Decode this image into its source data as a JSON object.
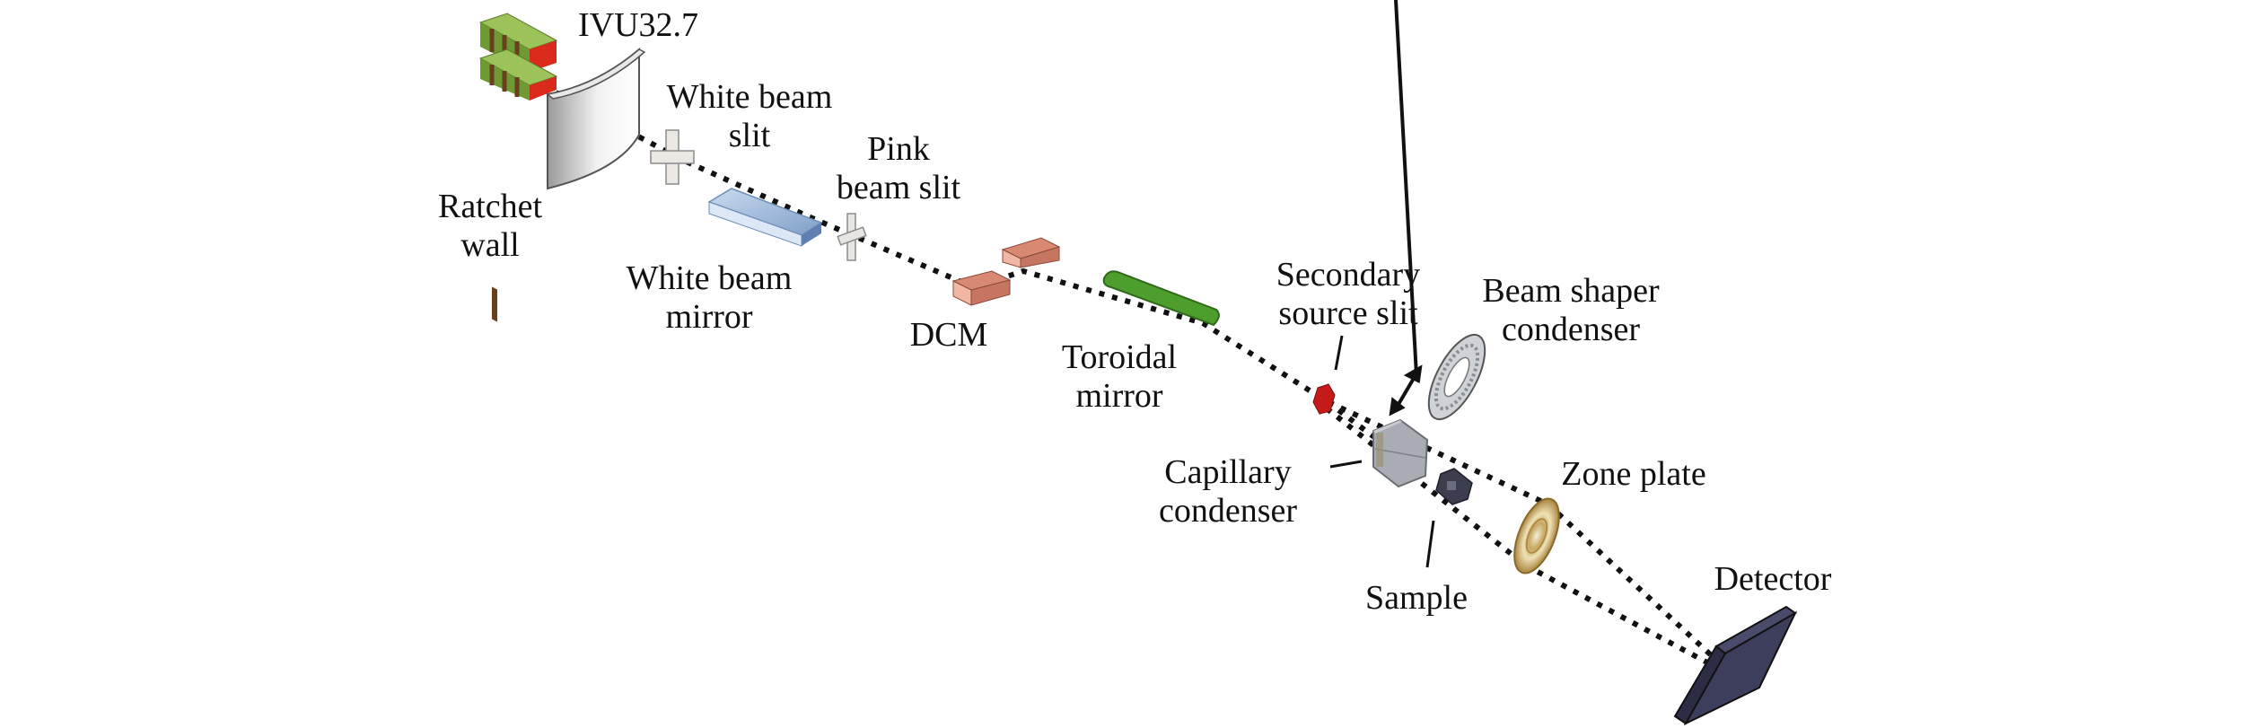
{
  "figure": {
    "description": "Schematic layout of a transmission X-ray microscopy beamline",
    "colors": {
      "beam": "#111111",
      "undulator_green": "#7fae3a",
      "undulator_red": "#d8261c",
      "mirror_blue": "#a9c4e2",
      "dcm_pink": "#e99a86",
      "toroid_green": "#4a9a2c",
      "slit_red": "#c81818",
      "zone_plate_gold": "#c9a45a",
      "detector_navy": "#3a3b5a",
      "capillary_gray": "#a8acb2"
    },
    "labels": {
      "ivu": "IVU32.7",
      "ratchet_wall": [
        "Ratchet",
        "wall"
      ],
      "white_beam_slit": [
        "White beam",
        "slit"
      ],
      "white_beam_mirror": [
        "White beam",
        "mirror"
      ],
      "pink_beam_slit": [
        "Pink",
        "beam slit"
      ],
      "dcm": "DCM",
      "toroidal_mirror": [
        "Toroidal",
        "mirror"
      ],
      "secondary_source_slit": [
        "Secondary",
        "source slit"
      ],
      "beam_shaper_condenser": [
        "Beam shaper",
        "condenser"
      ],
      "capillary_condenser": [
        "Capillary",
        "condenser"
      ],
      "zone_plate": "Zone plate",
      "sample": "Sample",
      "detector": "Detector"
    }
  }
}
